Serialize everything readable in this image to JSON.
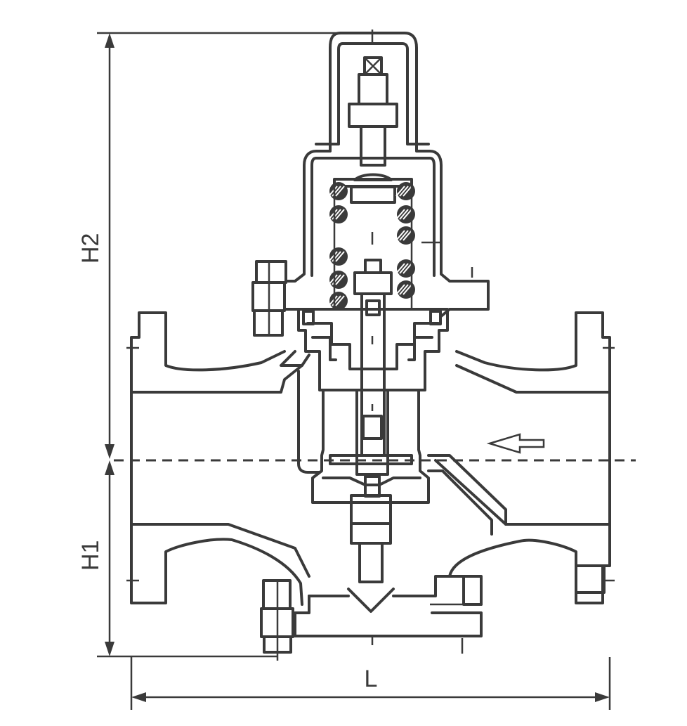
{
  "labels": {
    "h2": "H2",
    "h1": "H1",
    "l": "L"
  },
  "colors": {
    "line": "#3a3a3a",
    "background": "#ffffff"
  }
}
